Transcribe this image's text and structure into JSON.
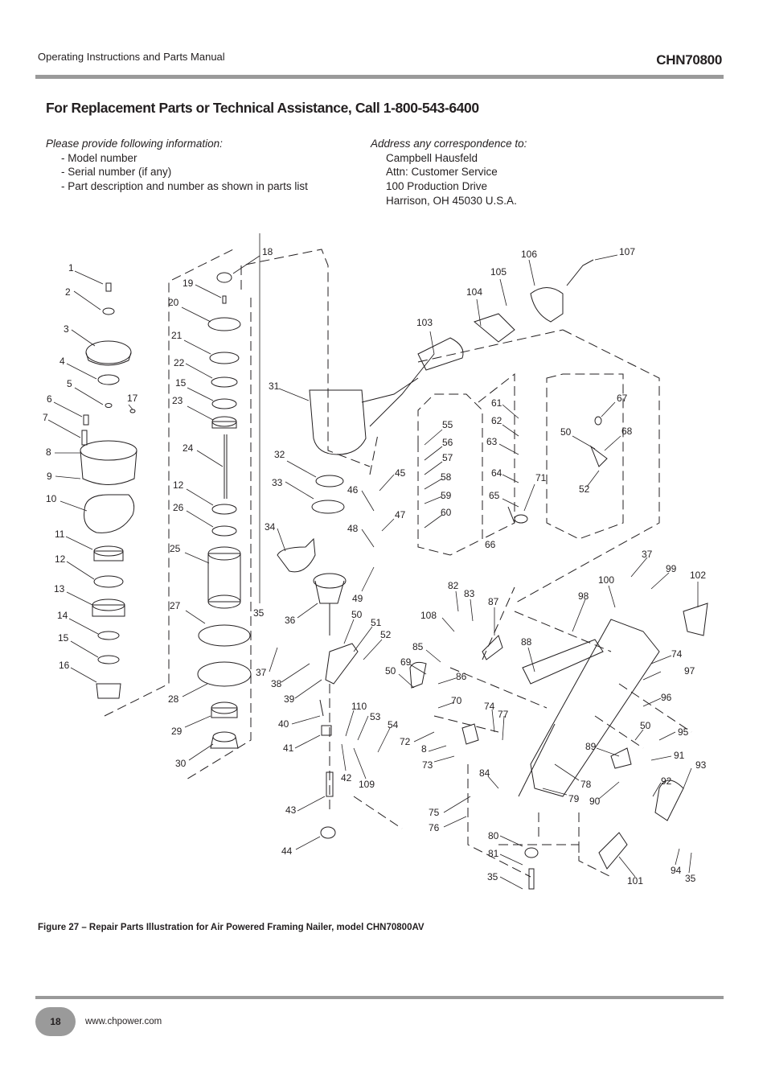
{
  "header": {
    "manual_title": "Operating Instructions and Parts Manual",
    "model": "CHN70800"
  },
  "title": "For Replacement Parts or Technical Assistance, Call 1-800-543-6400",
  "info": {
    "lead": "Please provide following information:",
    "items": [
      "- Model number",
      "- Serial number (if any)",
      "- Part description and number as shown in parts list"
    ]
  },
  "address": {
    "lead": "Address any correspondence to:",
    "lines": [
      "Campbell Hausfeld",
      "Attn: Customer Service",
      "100 Production Drive",
      "Harrison, OH   45030   U.S.A."
    ]
  },
  "figure": {
    "caption": "Figure 27 – Repair Parts Illustration for Air Powered Framing Nailer, model CHN70800AV",
    "part_labels": [
      "1",
      "2",
      "3",
      "4",
      "5",
      "6",
      "17",
      "7",
      "8",
      "9",
      "10",
      "11",
      "12",
      "13",
      "14",
      "15",
      "16",
      "18",
      "19",
      "20",
      "21",
      "22",
      "15",
      "23",
      "24",
      "12",
      "26",
      "25",
      "27",
      "28",
      "29",
      "30",
      "31",
      "32",
      "33",
      "34",
      "35",
      "36",
      "37",
      "38",
      "39",
      "40",
      "41",
      "42",
      "43",
      "44",
      "45",
      "46",
      "47",
      "48",
      "49",
      "50",
      "51",
      "52",
      "110",
      "53",
      "54",
      "109",
      "55",
      "56",
      "57",
      "58",
      "59",
      "60",
      "61",
      "62",
      "63",
      "64",
      "65",
      "71",
      "66",
      "67",
      "50",
      "68",
      "52",
      "103",
      "104",
      "105",
      "106",
      "107",
      "37",
      "99",
      "100",
      "102",
      "98",
      "82",
      "83",
      "87",
      "108",
      "88",
      "85",
      "69",
      "86",
      "50",
      "70",
      "74",
      "77",
      "8",
      "72",
      "73",
      "84",
      "75",
      "76",
      "80",
      "81",
      "35",
      "74",
      "97",
      "96",
      "50",
      "95",
      "89",
      "91",
      "90",
      "92",
      "93",
      "78",
      "79",
      "101",
      "94",
      "35"
    ]
  },
  "footer": {
    "page_number": "18",
    "url": "www.chpower.com"
  }
}
